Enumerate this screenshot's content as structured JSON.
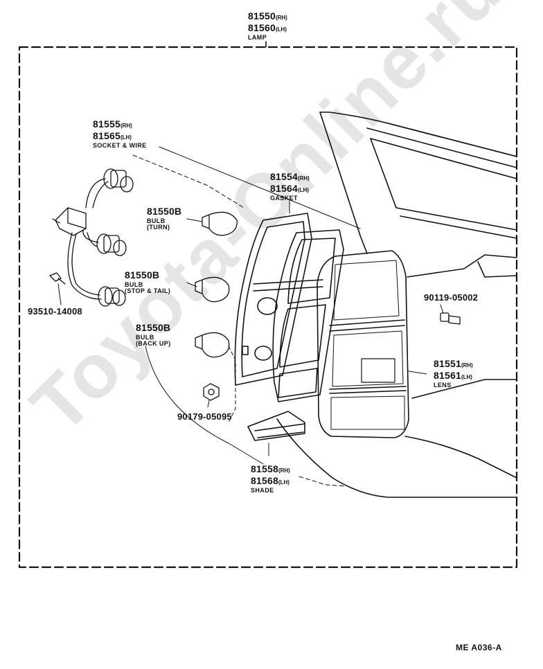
{
  "lamp": {
    "rh": "81550",
    "rh_suffix": "(RH)",
    "lh": "81560",
    "lh_suffix": "(LH)",
    "name": "LAMP"
  },
  "socket_wire": {
    "rh": "81555",
    "rh_suffix": "(RH)",
    "lh": "81565",
    "lh_suffix": "(LH)",
    "name": "SOCKET & WIRE"
  },
  "gasket": {
    "rh": "81554",
    "rh_suffix": "(RH)",
    "lh": "81564",
    "lh_suffix": "(LH)",
    "name": "GASKET"
  },
  "bulb_turn": {
    "part": "81550B",
    "name": "BULB",
    "use": "(TURN)"
  },
  "bulb_stop": {
    "part": "81550B",
    "name": "BULB",
    "use": "(STOP & TAIL)"
  },
  "bulb_back": {
    "part": "81550B",
    "name": "BULB",
    "use": "(BACK UP)"
  },
  "screw": {
    "part": "93510-14008"
  },
  "bolt": {
    "part": "90119-05002"
  },
  "nut": {
    "part": "90179-05095"
  },
  "lens": {
    "rh": "81551",
    "rh_suffix": "(RH)",
    "lh": "81561",
    "lh_suffix": "(LH)",
    "name": "LENS"
  },
  "shade": {
    "rh": "81558",
    "rh_suffix": "(RH)",
    "lh": "81568",
    "lh_suffix": "(LH)",
    "name": "SHADE"
  },
  "diagram_code": "ME  A036-A",
  "watermark_text": "Toyota-Online.ru"
}
